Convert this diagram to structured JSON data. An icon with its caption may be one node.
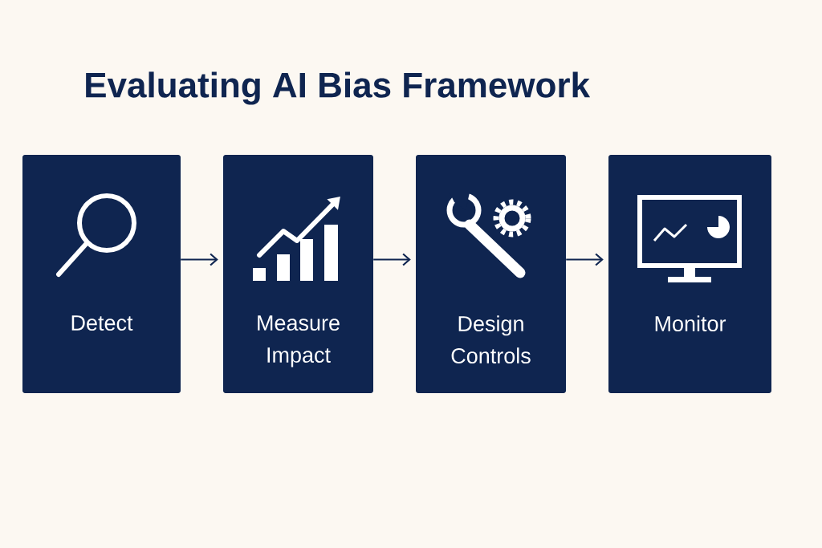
{
  "diagram": {
    "title": "Evaluating AI Bias Framework",
    "nodes": [
      {
        "text": [
          "Detect"
        ]
      },
      {
        "text": [
          "Measure Impact"
        ]
      },
      {
        "text": [
          "Design Controls"
        ]
      },
      {
        "text": [
          "Monitor"
        ]
      }
    ],
    "edges": [
      {
        "from": 0,
        "to": 1,
        "arrow": "to"
      },
      {
        "from": 1,
        "to": 2,
        "arrow": "to"
      },
      {
        "from": 2,
        "to": 3,
        "arrow": "to"
      }
    ]
  }
}
